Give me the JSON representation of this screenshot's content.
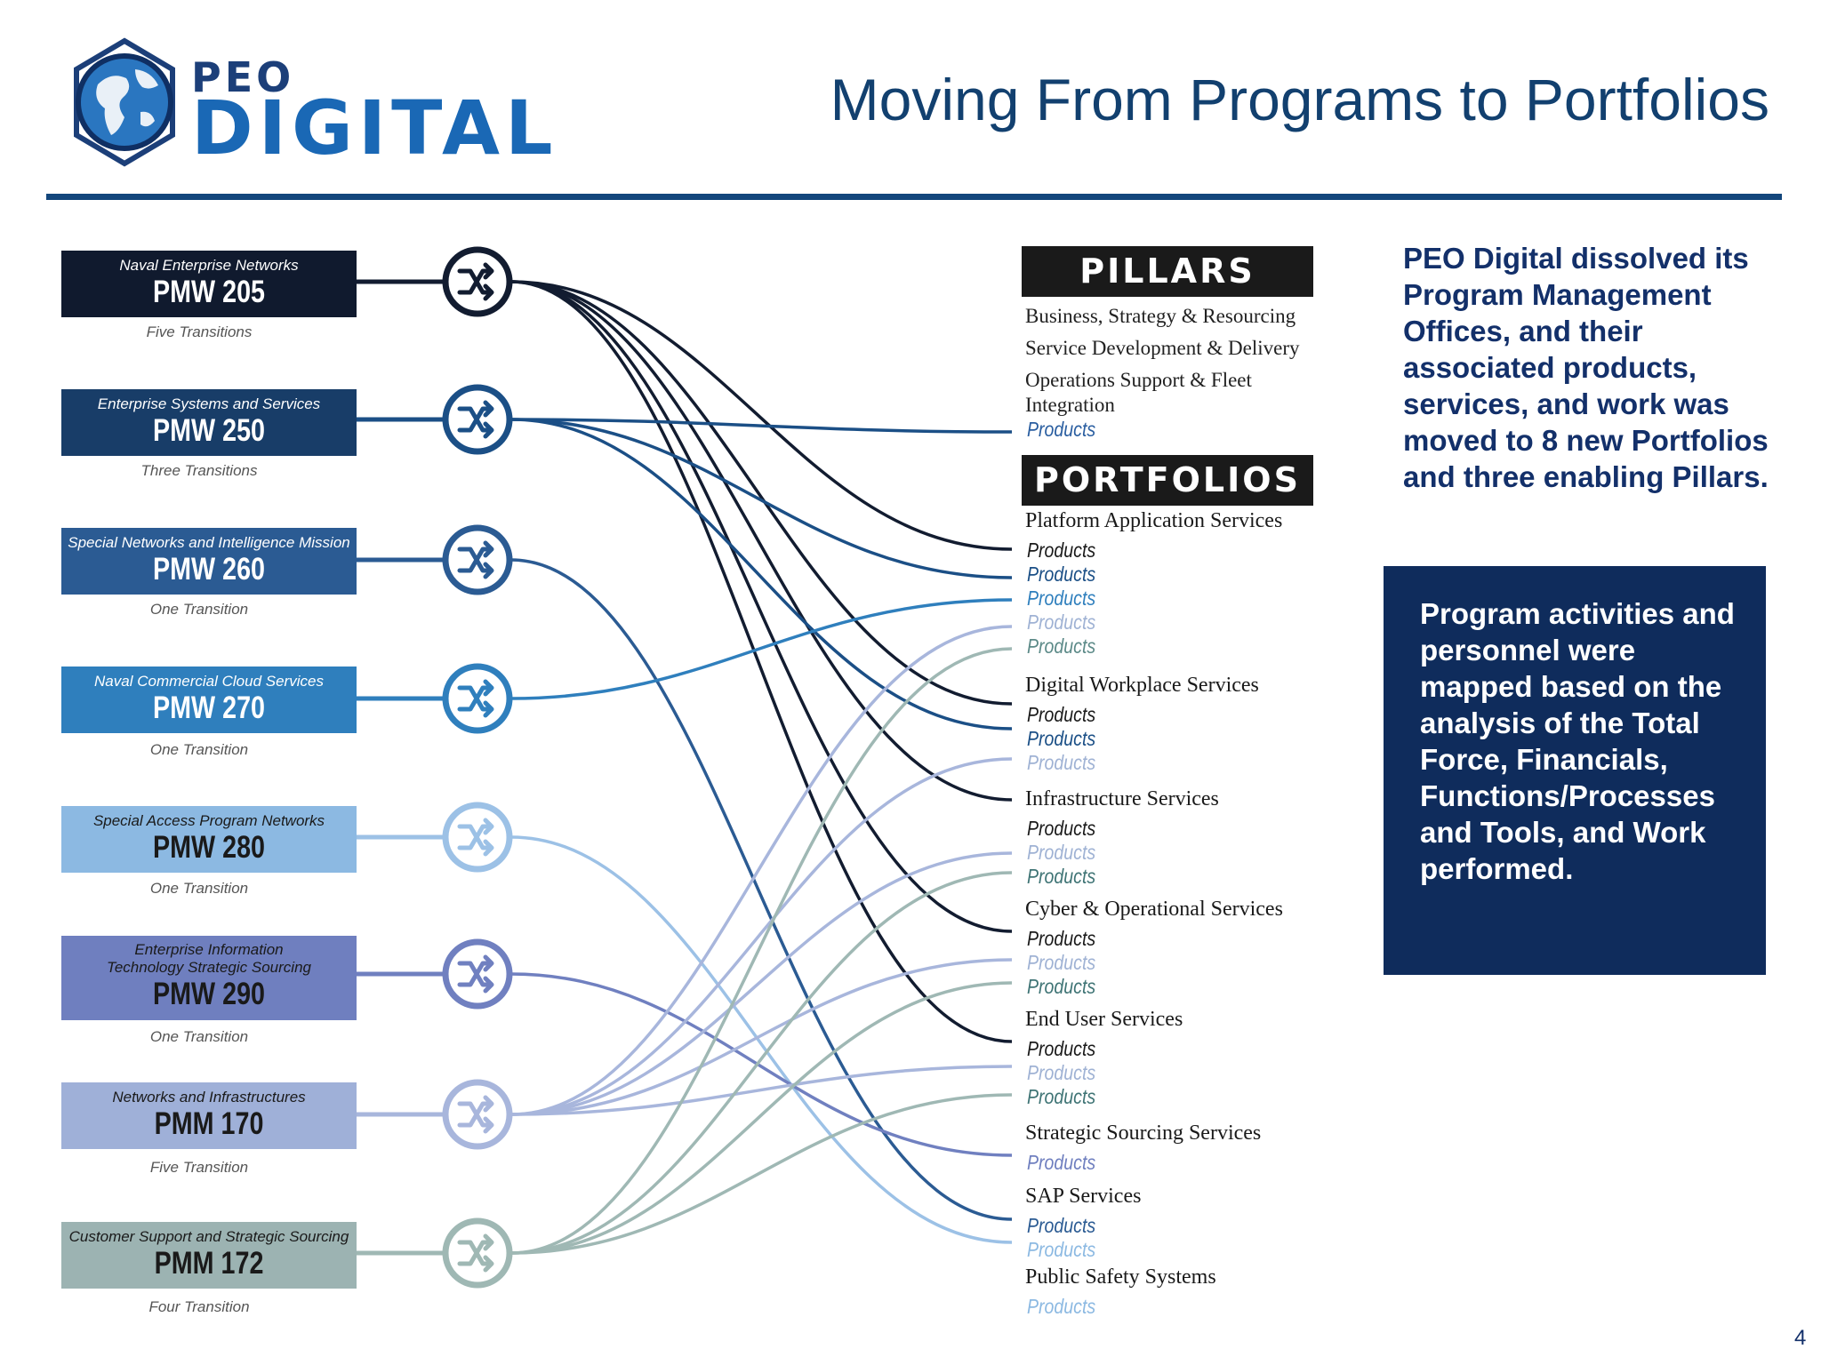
{
  "logo": {
    "line1": "PEO",
    "line2": "DIGITAL"
  },
  "title": "Moving From Programs to Portfolios",
  "programs": [
    {
      "name": "Naval Enterprise Networks",
      "code": "PMW 205",
      "transitions": "Five Transitions",
      "color": "#101a2e"
    },
    {
      "name": "Enterprise Systems and Services",
      "code": "PMW 250",
      "transitions": "Three Transitions",
      "color": "#183d68"
    },
    {
      "name": "Special Networks and Intelligence Mission",
      "code": "PMW 260",
      "transitions": "One Transition",
      "color": "#2b5b93"
    },
    {
      "name": "Naval Commercial Cloud Services",
      "code": "PMW 270",
      "transitions": "One Transition",
      "color": "#2f7fbd"
    },
    {
      "name": "Special Access Program Networks",
      "code": "PMW 280",
      "transitions": "One Transition",
      "color": "#8cb9e2"
    },
    {
      "name": "Enterprise Information Technology Strategic Sourcing",
      "code": "PMW 290",
      "transitions": "One Transition",
      "color": "#6f7fbf"
    },
    {
      "name": "Networks and Infrastructures",
      "code": "PMM 170",
      "transitions": "Five Transition",
      "color": "#9fb0d8"
    },
    {
      "name": "Customer Support and Strategic Sourcing",
      "code": "PMM 172",
      "transitions": "Four Transition",
      "color": "#9cb3b2"
    }
  ],
  "pillars_header": "PILLARS",
  "pillars": [
    "Business, Strategy & Resourcing",
    "Service Development & Delivery",
    "Operations Support & Fleet Integration"
  ],
  "pillar_products": "Products",
  "portfolios_header": "PORTFOLIOS",
  "portfolios": [
    {
      "name": "Platform Application Services",
      "products": [
        "Products",
        "Products",
        "Products",
        "Products",
        "Products"
      ]
    },
    {
      "name": "Digital Workplace Services",
      "products": [
        "Products",
        "Products",
        "Products"
      ]
    },
    {
      "name": "Infrastructure Services",
      "products": [
        "Products",
        "Products",
        "Products"
      ]
    },
    {
      "name": "Cyber & Operational Services",
      "products": [
        "Products",
        "Products",
        "Products"
      ]
    },
    {
      "name": "End User Services",
      "products": [
        "Products",
        "Products",
        "Products"
      ]
    },
    {
      "name": "Strategic Sourcing Services",
      "products": [
        "Products"
      ]
    },
    {
      "name": "SAP Services",
      "products": [
        "Products",
        "Products"
      ]
    },
    {
      "name": "Public Safety Systems",
      "products": [
        "Products"
      ]
    }
  ],
  "side_text": "PEO Digital dissolved its Program Management Offices, and their associated products, services, and work was moved to 8 new Portfolios and three enabling Pillars.",
  "side_box_text": "Program activities and personnel were mapped based on the analysis of the Total Force, Financials, Functions/Processes and Tools, and Work performed.",
  "page_number": "4"
}
